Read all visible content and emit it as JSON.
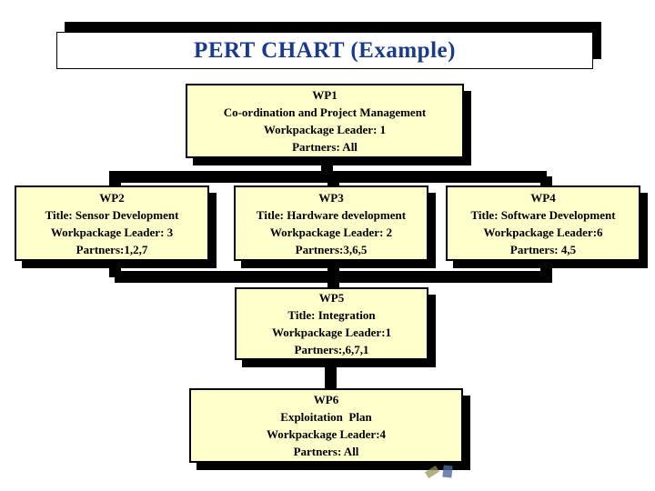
{
  "title": {
    "text": "PERT CHART (Example)"
  },
  "colors": {
    "title_text": "#1a3a8a",
    "node_fill": "#ffffcc",
    "node_border": "#000000",
    "connector": "#000000",
    "shadow": "#000000",
    "background": "#ffffff"
  },
  "chart_type": "pert-diagram",
  "nodes": [
    {
      "id": "WP1",
      "lines": [
        "WP1",
        "Co-ordination and Project Management",
        "Workpackage Leader: 1",
        "Partners: All"
      ]
    },
    {
      "id": "WP2",
      "lines": [
        "WP2",
        "Title: Sensor Development",
        "Workpackage Leader: 3",
        "Partners:1,2,7"
      ]
    },
    {
      "id": "WP3",
      "lines": [
        "WP3",
        "Title: Hardware development",
        "Workpackage Leader: 2",
        "Partners:3,6,5"
      ]
    },
    {
      "id": "WP4",
      "lines": [
        "WP4",
        "Title: Software Development",
        "Workpackage Leader:6",
        "Partners: 4,5"
      ]
    },
    {
      "id": "WP5",
      "lines": [
        "WP5",
        "Title: Integration",
        "Workpackage Leader:1",
        "Partners:,6,7,1"
      ]
    },
    {
      "id": "WP6",
      "lines": [
        "WP6",
        "Exploitation  Plan",
        "Workpackage Leader:4",
        "Partners: All"
      ]
    }
  ],
  "edges": [
    {
      "from": "WP1",
      "to": "WP2"
    },
    {
      "from": "WP1",
      "to": "WP3"
    },
    {
      "from": "WP1",
      "to": "WP4"
    },
    {
      "from": "WP2",
      "to": "WP5"
    },
    {
      "from": "WP3",
      "to": "WP5"
    },
    {
      "from": "WP4",
      "to": "WP5"
    },
    {
      "from": "WP5",
      "to": "WP6"
    }
  ]
}
